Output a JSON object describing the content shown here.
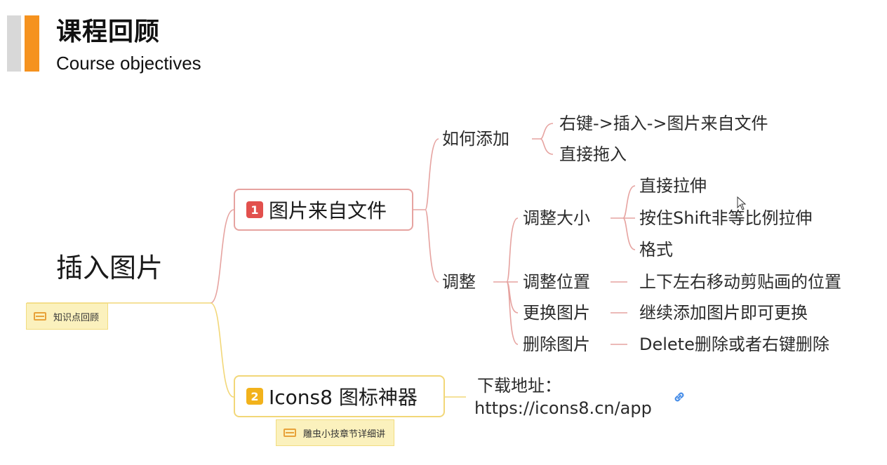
{
  "header": {
    "title": "课程回顾",
    "subtitle": "Course objectives"
  },
  "colors": {
    "accent_orange": "#f5921e",
    "branch1_border": "#e6a3a0",
    "branch2_border": "#f2d778",
    "note_bg": "#fbf1bd"
  },
  "mindmap": {
    "root": "插入图片",
    "root_note": "知识点回顾",
    "branches": [
      {
        "number": "1",
        "label": "图片来自文件",
        "children": [
          {
            "label": "如何添加",
            "children": [
              "右键->插入->图片来自文件",
              "直接拖入"
            ]
          },
          {
            "label": "调整",
            "children": [
              {
                "label": "调整大小",
                "children": [
                  "直接拉伸",
                  "按住Shift非等比例拉伸",
                  "格式"
                ]
              },
              {
                "label": "调整位置",
                "children": [
                  "上下左右移动剪贴画的位置"
                ]
              },
              {
                "label": "更换图片",
                "children": [
                  "继续添加图片即可更换"
                ]
              },
              {
                "label": "删除图片",
                "children": [
                  "Delete删除或者右键删除"
                ]
              }
            ]
          }
        ]
      },
      {
        "number": "2",
        "label": "Icons8 图标神器",
        "note": "雕虫小技章节详细讲",
        "download_label": "下载地址：",
        "download_url": "https://icons8.cn/app",
        "link_icon": "link-icon"
      }
    ]
  }
}
